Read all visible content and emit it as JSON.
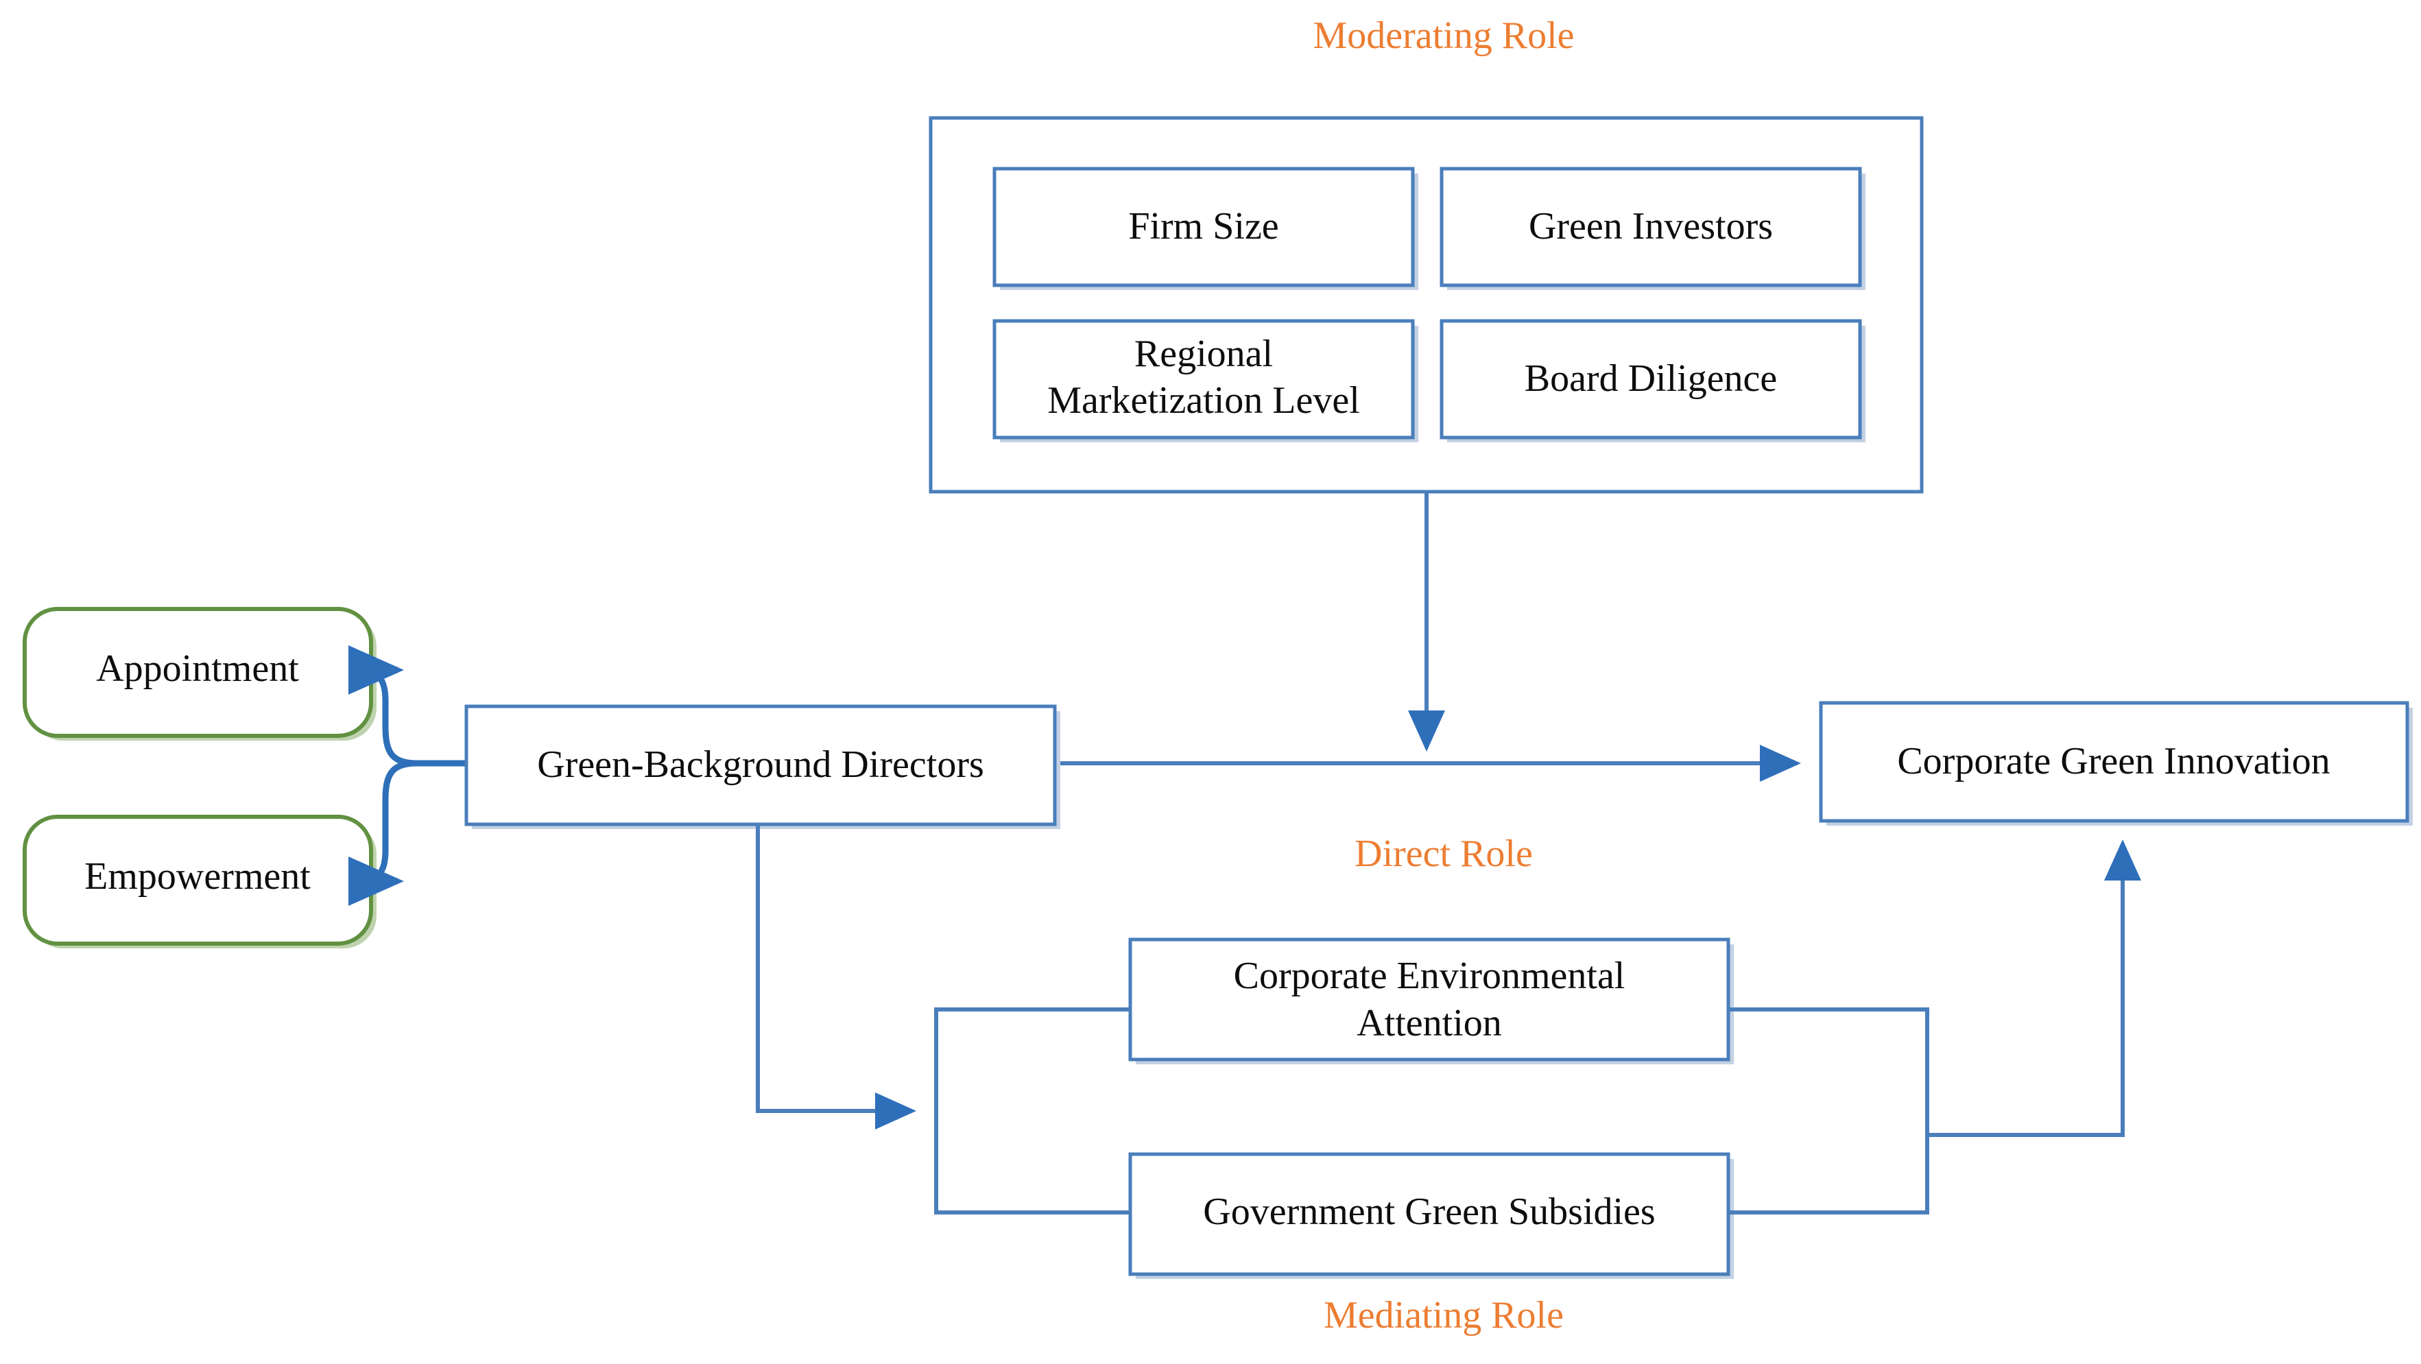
{
  "diagram": {
    "title_labels": {
      "moderating": "Moderating Role",
      "direct": "Direct Role",
      "mediating": "Mediating Role"
    },
    "colors": {
      "role_label": "#ed7d31",
      "box_border": "#4a7ebb",
      "green_border": "#619141",
      "connector": "#4a7ebb",
      "arrow": "#2e6fba",
      "text": "#0d0d0d",
      "background": "#ffffff"
    },
    "moderator_group": {
      "label": "Moderating Role",
      "items": [
        {
          "label": "Firm Size"
        },
        {
          "label": "Green Investors"
        },
        {
          "label": "Regional\nMarketization Level"
        },
        {
          "label": "Board Diligence"
        }
      ],
      "item_labels": {
        "firm_size": "Firm Size",
        "green_investors": "Green Investors",
        "regional_line1": "Regional",
        "regional_line2": "Marketization Level",
        "board_diligence": "Board Diligence"
      }
    },
    "antecedents": [
      {
        "label": "Appointment"
      },
      {
        "label": "Empowerment"
      }
    ],
    "independent_variable": {
      "label": "Green-Background Directors"
    },
    "dependent_variable": {
      "label": "Corporate Green Innovation"
    },
    "mediators": {
      "label": "Mediating Role",
      "items": [
        {
          "line1": "Corporate Environmental",
          "line2": "Attention"
        },
        {
          "line1": "Government Green Subsidies",
          "line2": ""
        }
      ]
    },
    "edges": [
      {
        "from": "Green-Background Directors",
        "to": "Appointment",
        "style": "curved-arrow"
      },
      {
        "from": "Green-Background Directors",
        "to": "Empowerment",
        "style": "curved-arrow"
      },
      {
        "from": "Green-Background Directors",
        "to": "Corporate Green Innovation",
        "style": "straight-arrow",
        "label": "Direct Role"
      },
      {
        "from": "Moderating Role",
        "to": "Direct Role path",
        "style": "down-arrow"
      },
      {
        "from": "Green-Background Directors",
        "to": "Mediating Role",
        "style": "elbow-arrow"
      },
      {
        "from": "Mediating Role",
        "to": "Corporate Green Innovation",
        "style": "elbow-arrow"
      }
    ]
  }
}
